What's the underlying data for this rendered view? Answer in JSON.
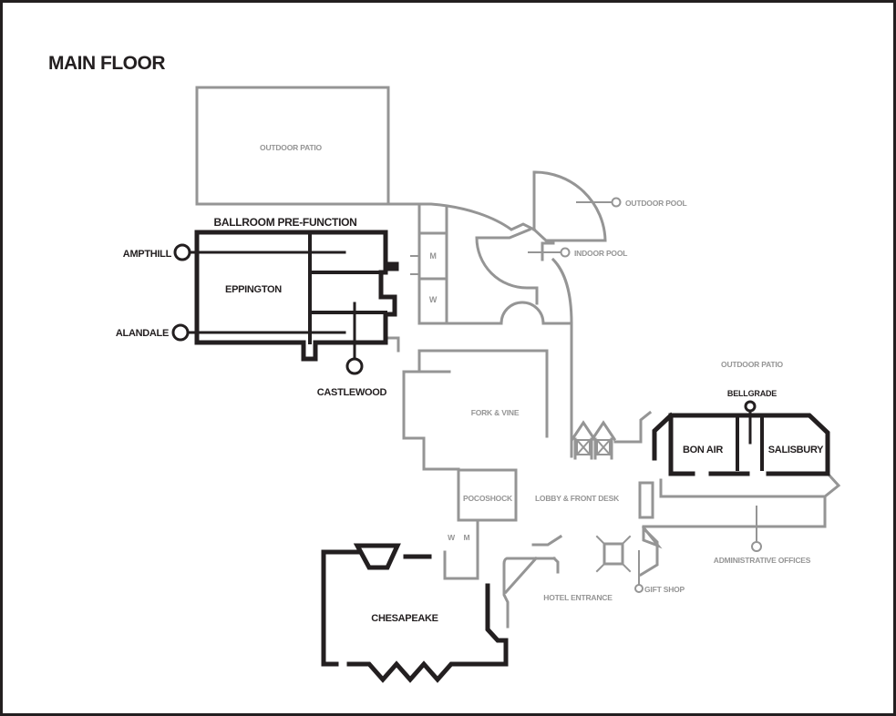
{
  "title": "MAIN FLOOR",
  "colors": {
    "black": "#231f20",
    "gray": "#959595",
    "background": "#ffffff"
  },
  "labels": {
    "outdoor_patio_top": "OUTDOOR PATIO",
    "ballroom_pre_function": "BALLROOM PRE-FUNCTION",
    "ampthill": "AMPTHILL",
    "eppington": "EPPINGTON",
    "alandale": "ALANDALE",
    "castlewood": "CASTLEWOOD",
    "restroom_m": "M",
    "restroom_w": "W",
    "outdoor_pool": "OUTDOOR POOL",
    "indoor_pool": "INDOOR POOL",
    "fork_and_vine": "FORK & VINE",
    "pocoshock": "POCOSHOCK",
    "lobby_front_desk": "LOBBY & FRONT DESK",
    "lobby_restroom_w": "W",
    "lobby_restroom_m": "M",
    "chesapeake": "CHESAPEAKE",
    "hotel_entrance": "HOTEL ENTRANCE",
    "gift_shop": "GIFT SHOP",
    "outdoor_patio_right": "OUTDOOR PATIO",
    "bellgrade": "BELLGRADE",
    "bon_air": "BON AIR",
    "salisbury": "SALISBURY",
    "administrative_offices": "ADMINISTRATIVE OFFICES"
  }
}
